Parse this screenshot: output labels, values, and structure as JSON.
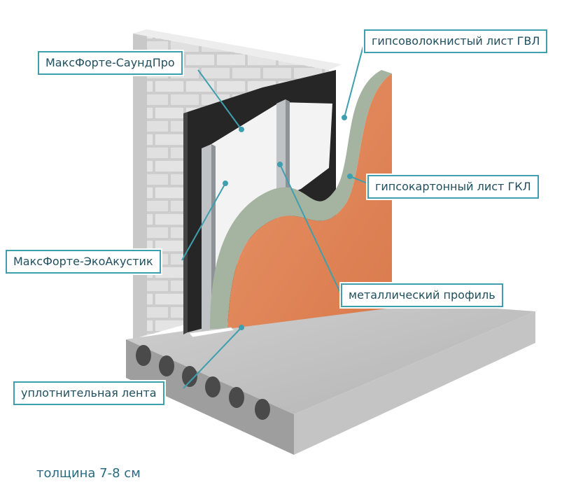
{
  "labels": {
    "soundpro": "МаксФорте-СаундПро",
    "gvl": "гипсоволокнистый лист ГВЛ",
    "gkl": "гипсокартонный лист ГКЛ",
    "ecoacoustic": "МаксФорте-ЭкоАкустик",
    "profile": "металлический профиль",
    "tape": "уплотнительная лента"
  },
  "footer": "толщина 7-8 см",
  "colors": {
    "callout_border": "#3f9fae",
    "callout_text": "#1f4f5e",
    "leader": "#3f9fae",
    "brick": "#d9d9d9",
    "membrane": "#2a2a2a",
    "insulation": "#f2f2f2",
    "gvl_sheet": "#a8b5a3",
    "gkl_sheet": "#e2875a",
    "slab": "#b5b5b5"
  }
}
